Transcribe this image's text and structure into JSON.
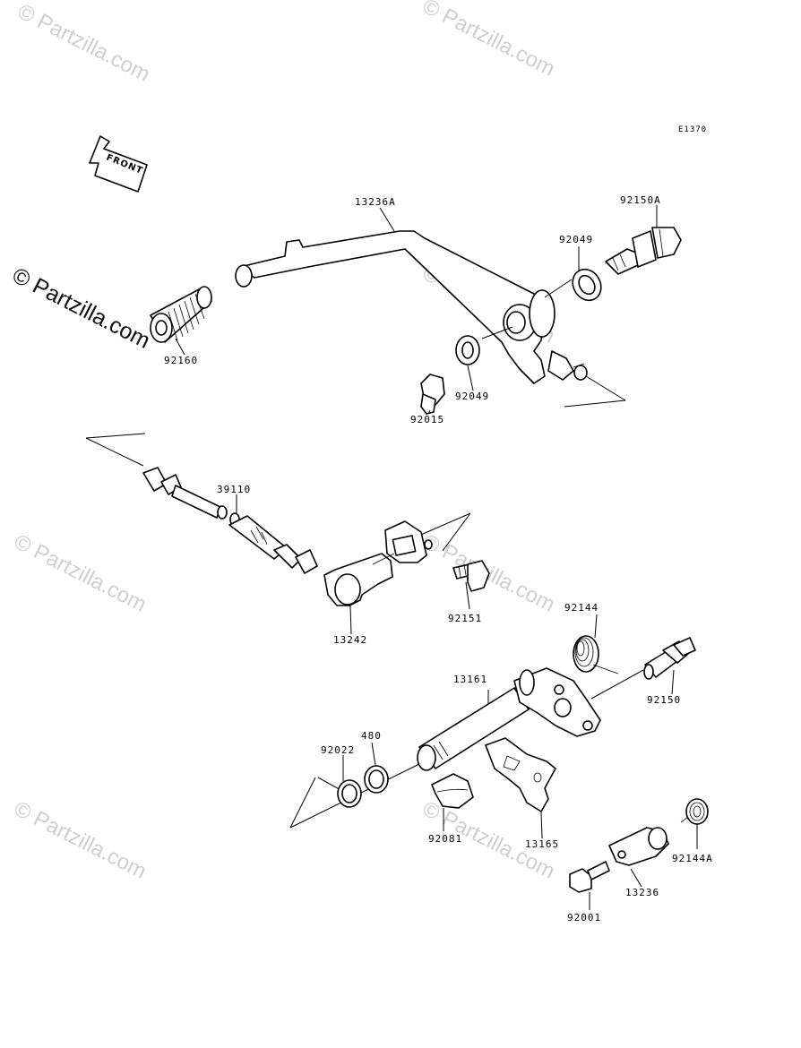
{
  "diagram": {
    "code": "E1370",
    "front_label": "FRONT",
    "parts": {
      "p13236A": "13236A",
      "p92150A": "92150A",
      "p92049a": "92049",
      "p92049b": "92049",
      "p92015": "92015",
      "p92160": "92160",
      "p39110": "39110",
      "p13242": "13242",
      "p92151": "92151",
      "p92144": "92144",
      "p13161": "13161",
      "p92150": "92150",
      "p480": "480",
      "p92022": "92022",
      "p92081": "92081",
      "p13165": "13165",
      "p92144A": "92144A",
      "p13236": "13236",
      "p92001": "92001"
    }
  },
  "watermark": {
    "text": "© Partzilla.com"
  },
  "colors": {
    "ink": "#000000",
    "watermark": "#cfcfcf",
    "background": "#ffffff"
  }
}
